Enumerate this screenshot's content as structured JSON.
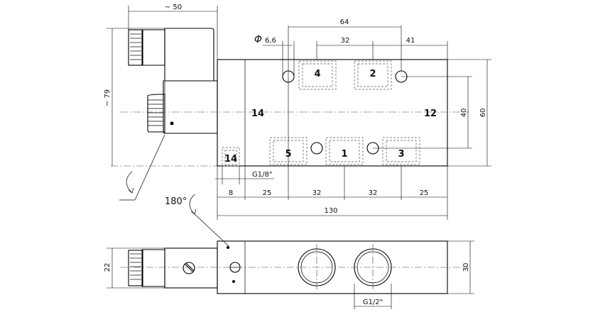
{
  "dimensions": {
    "approx_width": "~ 50",
    "approx_height": "~ 79",
    "hole_dia_symbol": "Φ",
    "hole_dia": "6,6",
    "d64": "64",
    "d32_top": "32",
    "d41": "41",
    "d40": "40",
    "d60": "60",
    "thread_pilot": "G1/8\"",
    "d8": "8",
    "d25_left": "25",
    "d32_a": "32",
    "d32_b": "32",
    "d25_right": "25",
    "d130": "130",
    "d22": "22",
    "d30": "30",
    "thread_main": "G1/2\""
  },
  "ports": {
    "p4": "4",
    "p2": "2",
    "p14_side": "14",
    "p12": "12",
    "p5": "5",
    "p1": "1",
    "p3": "3",
    "p14_pilot": "14"
  },
  "rotation": "180°"
}
